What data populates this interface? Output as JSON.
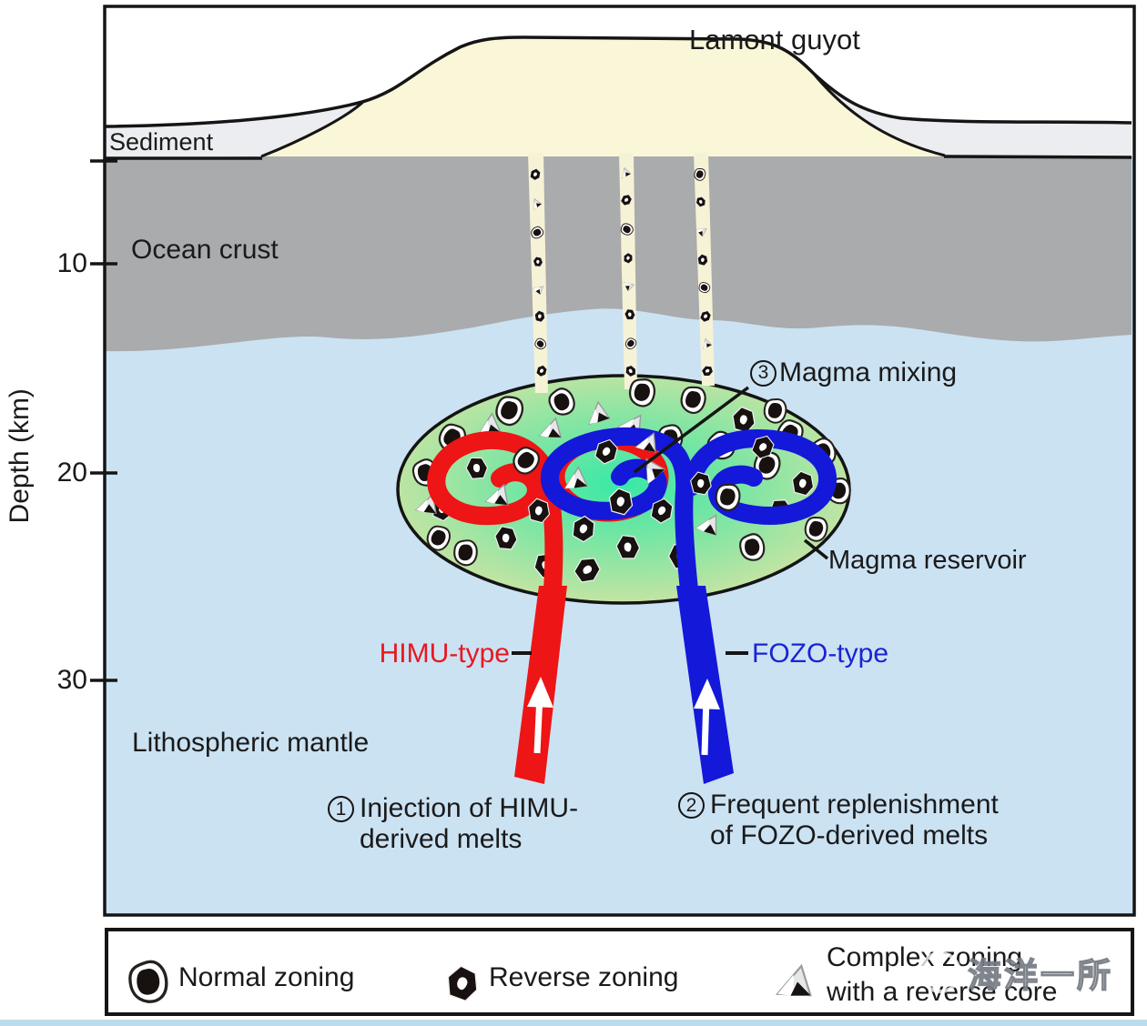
{
  "figure": {
    "title": "Lamont guyot",
    "axis": {
      "label": "Depth (km)",
      "ticks": [
        "10",
        "20",
        "30"
      ]
    },
    "layers": {
      "sediment": "Sediment",
      "ocean_crust": "Ocean crust",
      "mantle": "Lithospheric mantle"
    },
    "annotations": {
      "magma_mixing": {
        "num": "3",
        "text": "Magma mixing"
      },
      "magma_reservoir": "Magma reservoir",
      "himu": "HIMU-type",
      "fozo": "FOZO-type",
      "note1": {
        "num": "1",
        "line1": "Injection of HIMU-",
        "line2": "derived melts"
      },
      "note2": {
        "num": "2",
        "line1": "Frequent replenishment",
        "line2": "of FOZO-derived melts"
      }
    },
    "colors": {
      "himu_red": "#ed1515",
      "fozo_blue": "#1418d9",
      "himu_label_red": "#e8181f",
      "fozo_label_blue": "#1b24d2",
      "mantle_blue": "#cbe2f3",
      "crust_gray": "#a9abad",
      "sediment_gray": "#ebedf0",
      "guyot_cream": "#faf6d8",
      "dike_cream": "#f6f2d6",
      "reservoir_center_green": "#38e8a6",
      "reservoir_edge_olive": "#dae4a3",
      "outline_black": "#151515"
    }
  },
  "legend": {
    "items": [
      {
        "icon": "normal-zoning-crystal-icon",
        "label": "Normal zoning"
      },
      {
        "icon": "reverse-zoning-crystal-icon",
        "label": "Reverse zoning"
      },
      {
        "icon": "complex-zoning-crystal-icon",
        "label1": "Complex zoning",
        "label2": "with a reverse core"
      }
    ]
  },
  "watermark": {
    "text": "海洋一所"
  }
}
